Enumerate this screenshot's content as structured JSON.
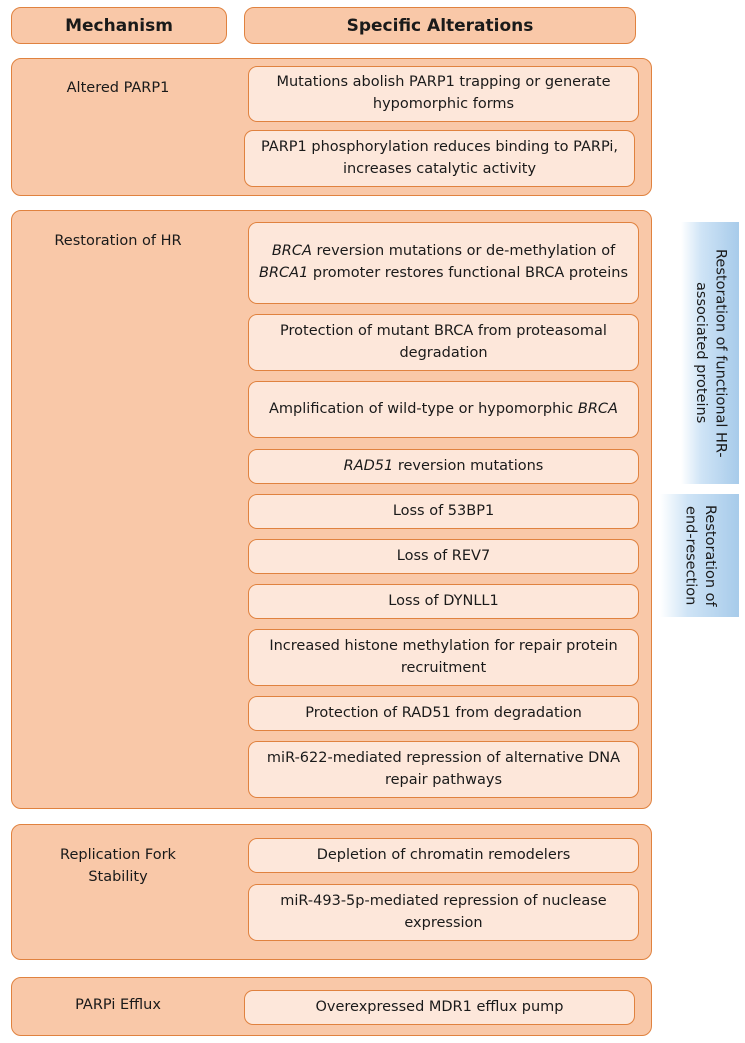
{
  "header": {
    "mechanism": "Mechanism",
    "alterations": "Specific Alterations"
  },
  "groups": [
    {
      "mechanism": "Altered PARP1",
      "alterations": [
        "Mutations abolish PARP1 trapping or generate hypomorphic forms",
        "PARP1 phosphorylation reduces binding to PARPi, increases catalytic activity"
      ]
    },
    {
      "mechanism": "Restoration of HR",
      "alterations": [
        {
          "parts": [
            {
              "t": "BRCA",
              "i": true
            },
            {
              "t": " reversion mutations or de-methylation of "
            },
            {
              "t": "BRCA1",
              "i": true
            },
            {
              "t": " promoter restores functional BRCA proteins"
            }
          ]
        },
        "Protection of mutant BRCA from proteasomal degradation",
        {
          "parts": [
            {
              "t": "Amplification of wild-type or hypomorphic "
            },
            {
              "t": "BRCA",
              "i": true
            }
          ]
        },
        {
          "parts": [
            {
              "t": "RAD51",
              "i": true
            },
            {
              "t": " reversion mutations"
            }
          ]
        },
        "Loss of 53BP1",
        "Loss of REV7",
        "Loss of DYNLL1",
        "Increased histone methylation for repair protein recruitment",
        "Protection of RAD51 from degradation",
        "miR-622-mediated repression of alternative DNA repair pathways"
      ]
    },
    {
      "mechanism": "Replication Fork Stability",
      "alterations": [
        "Depletion of chromatin remodelers",
        "miR-493-5p-mediated repression of nuclease expression"
      ]
    },
    {
      "mechanism": "PARPi Efflux",
      "alterations": [
        "Overexpressed MDR1 efflux pump"
      ]
    }
  ],
  "side_labels": [
    "Restoration of functional HR-associated proteins",
    "Restoration of end-resection"
  ]
}
